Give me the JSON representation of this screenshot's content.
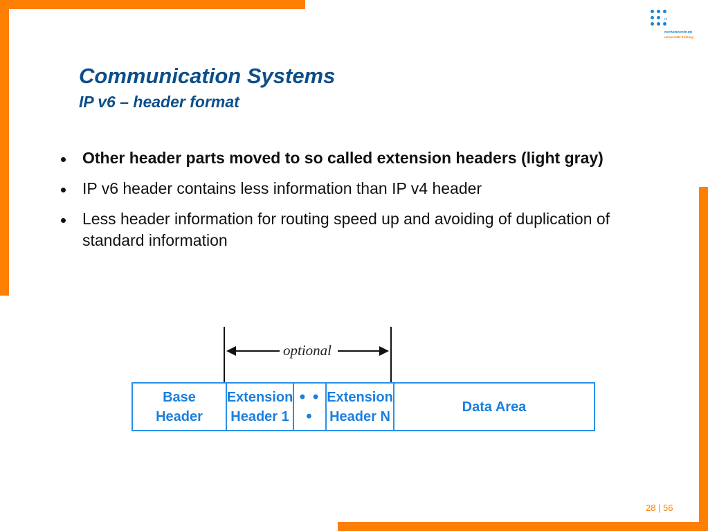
{
  "slide": {
    "title": "Communication Systems",
    "subtitle": "IP v6 – header format",
    "bullets": [
      {
        "text": "Other header parts moved to so called extension headers (light gray)"
      },
      {
        "text": "IP v6 header contains less information than IP v4 header"
      },
      {
        "text": "Less header information for routing speed up and avoiding of duplication of standard information"
      }
    ]
  },
  "logo": {
    "mark": "rz",
    "name": "rechenzentrum",
    "sub": "universität freiburg"
  },
  "diagram": {
    "optional_label": "optional",
    "cells": {
      "base": [
        "Base",
        "Header"
      ],
      "ext1": [
        "Extension",
        "Header 1"
      ],
      "dots": "• • •",
      "extn": [
        "Extension",
        "Header N"
      ],
      "data": "Data Area"
    }
  },
  "footer": {
    "page_number": "28 | 56"
  },
  "colors": {
    "accent": "#ff7f00",
    "title": "#0c4f8a",
    "diagram": "#1a7fe0"
  }
}
